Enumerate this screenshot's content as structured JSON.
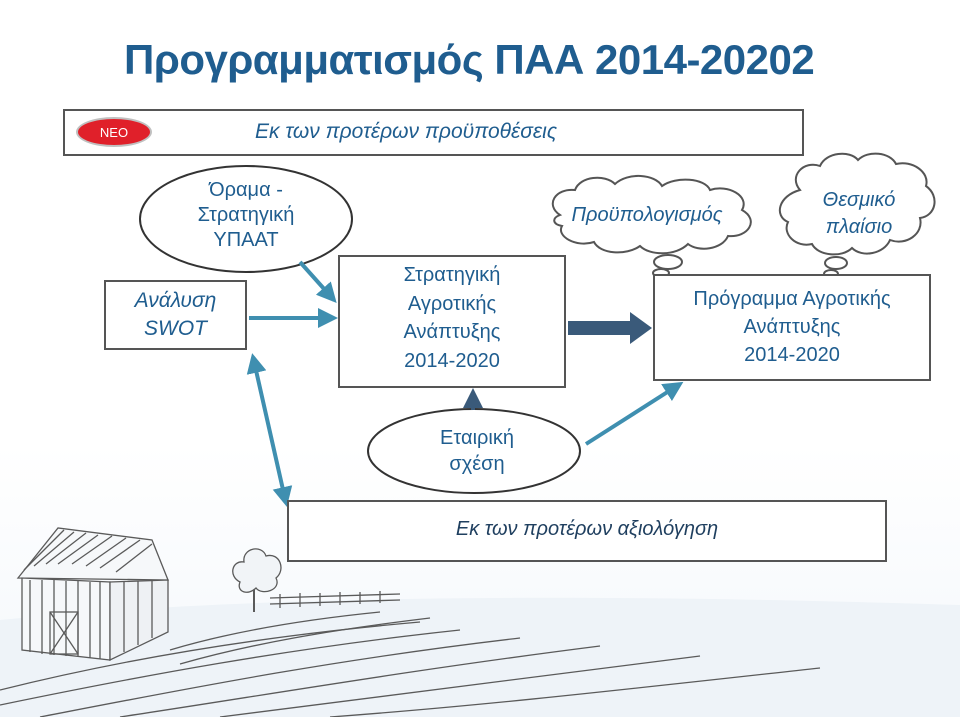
{
  "title": "Προγραμματισμός ΠΑΑ 2014-20202",
  "top_bar": {
    "badge": "ΝΕΟ",
    "label": "Εκ των προτέρων προϋποθέσεις"
  },
  "vision": {
    "line1": "Όραμα -",
    "line2": "Στρατηγική",
    "line3": "ΥΠΑΑΤ"
  },
  "swot": {
    "line1": "Ανάλυση",
    "line2": "SWOT"
  },
  "strategy": {
    "line1": "Στρατηγική",
    "line2": "Αγροτικής",
    "line3": "Ανάπτυξης",
    "line4": "2014-2020"
  },
  "program": {
    "line1": "Πρόγραμμα Αγροτικής",
    "line2": "Ανάπτυξης",
    "line3": "2014-2020"
  },
  "partnership": {
    "line1": "Εταιρική",
    "line2": "σχέση"
  },
  "budget": {
    "label": "Προϋπολογισμός"
  },
  "institutional": {
    "line1": "Θεσμικό",
    "line2": "πλαίσιο"
  },
  "evaluation": {
    "label": "Εκ των προτέρων αξιολόγηση"
  },
  "colors": {
    "heading": "#1f5d8f",
    "arrow": "#3f8fb0",
    "badge": "#e0202a",
    "frame": "#555555"
  },
  "icons": {
    "farm_illustration": "barn-field-sketch"
  }
}
